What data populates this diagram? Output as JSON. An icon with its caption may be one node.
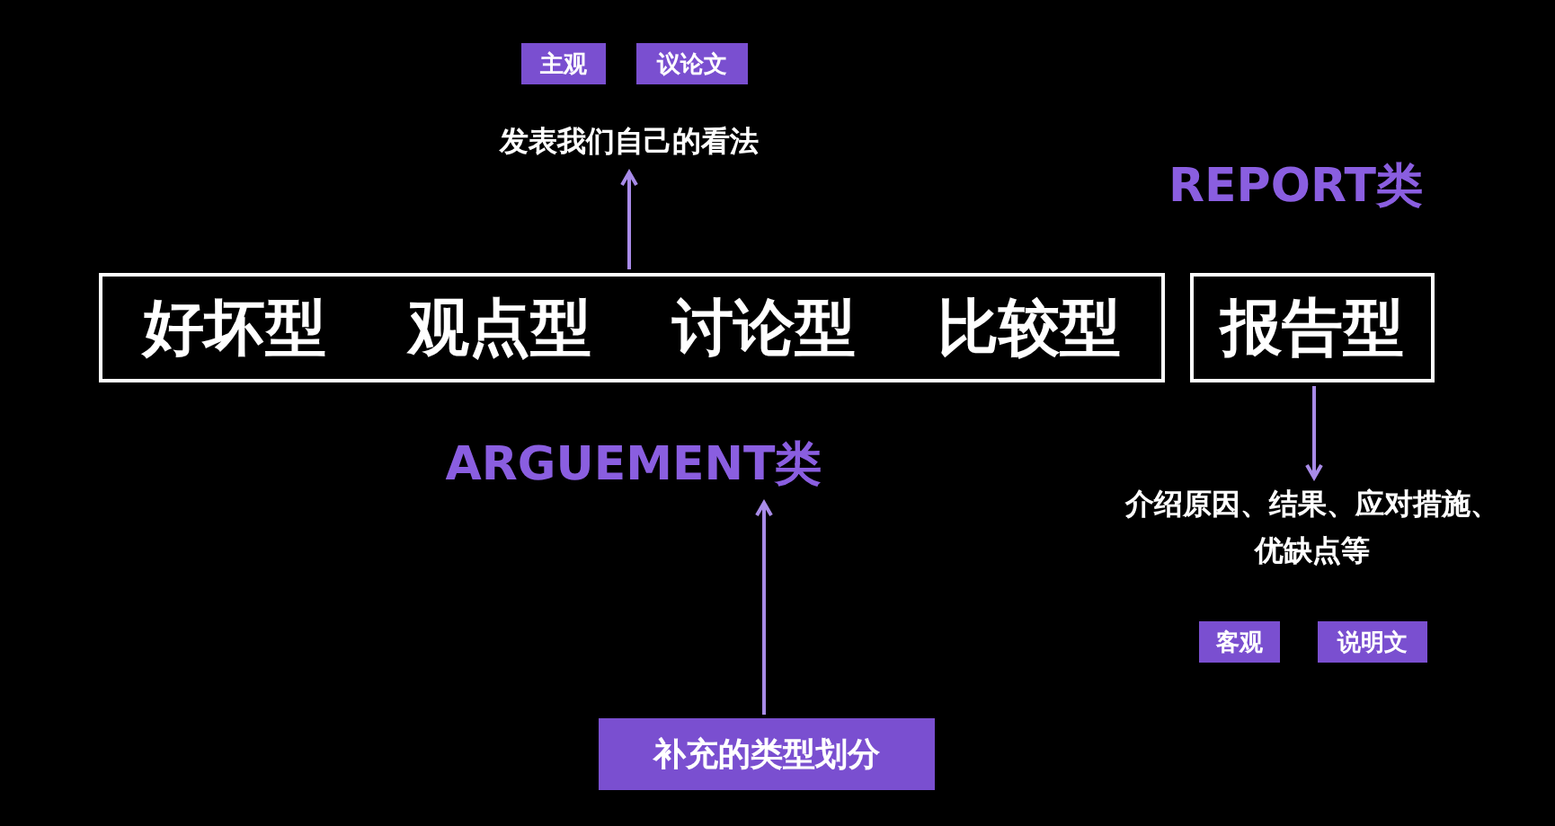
{
  "diagram": {
    "nodes": [
      {
        "text": [
          "主观"
        ]
      },
      {
        "text": [
          "议论文"
        ]
      },
      {
        "text": [
          "发表我们自己的看法"
        ]
      },
      {
        "text": [
          "好坏型",
          "观点型",
          "讨论型",
          "比较型"
        ]
      },
      {
        "text": [
          "报告型"
        ]
      },
      {
        "text": [
          "ARGUEMENT类"
        ]
      },
      {
        "text": [
          "介绍原因、结果、应对措施、优缺点等"
        ]
      },
      {
        "text": [
          "客观"
        ]
      },
      {
        "text": [
          "说明文"
        ]
      },
      {
        "text": [
          "补充的类型划分"
        ]
      }
    ],
    "edges": [
      {
        "from": 3,
        "to": 2,
        "arrow": "to"
      },
      {
        "from": 4,
        "to": 6,
        "arrow": "to"
      },
      {
        "from": 9,
        "to": 5,
        "arrow": "to"
      }
    ],
    "labels": [
      "REPORT类"
    ]
  }
}
